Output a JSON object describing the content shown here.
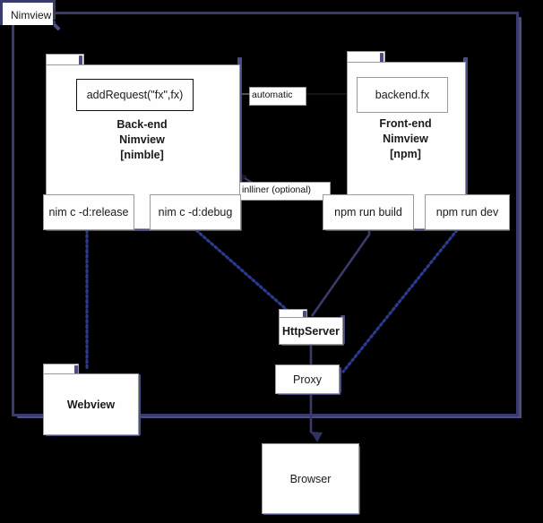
{
  "diagram": {
    "title": "Nimview architecture diagram",
    "colors": {
      "frame_border": "#383b6b",
      "shadow": "#4a4e83",
      "node_fill": "#fefefe",
      "node_border": "#9a9a9a",
      "background": "#000000",
      "text": "#1a1a1a",
      "dotted_connector": "#2b3a8f"
    }
  },
  "outer_package": {
    "label": "Nimview"
  },
  "packages": {
    "backend": {
      "label_line1": "Back-end",
      "label_line2": "Nimview",
      "label_line3": "[nimble]",
      "inner_node": "addRequest(\"fx\",fx)"
    },
    "frontend": {
      "label_line1": "Front-end",
      "label_line2": "Nimview",
      "label_line3": "[npm]",
      "inner_node": "backend.fx"
    },
    "httpserver": {
      "label": "HttpServer"
    }
  },
  "commands": {
    "nim_release": "nim c -d:release",
    "nim_debug": "nim c -d:debug",
    "npm_build": "npm run build",
    "npm_dev": "npm run dev"
  },
  "nodes": {
    "proxy": "Proxy",
    "webview": "Webview",
    "browser": "Browser"
  },
  "edge_labels": {
    "automatic": "automatic",
    "inliner": "inlliner (optional)"
  }
}
